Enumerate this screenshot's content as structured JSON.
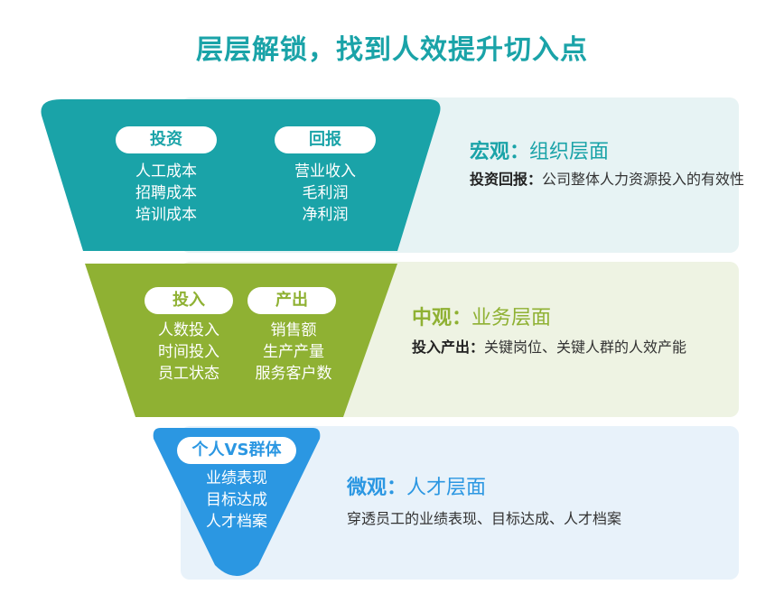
{
  "title": "层层解锁，找到人效提升切入点",
  "colors": {
    "teal": "#1aa3a8",
    "green": "#8fb133",
    "blue": "#2b97e2",
    "band_teal": "#e7f3f4",
    "band_green": "#eef3e3",
    "band_blue": "#e8f2fa"
  },
  "levels": [
    {
      "pills": [
        {
          "label": "投资",
          "items": [
            "人工成本",
            "招聘成本",
            "培训成本"
          ]
        },
        {
          "label": "回报",
          "items": [
            "营业收入",
            "毛利润",
            "净利润"
          ]
        }
      ],
      "heading_prefix": "宏观：",
      "heading_text": "组织层面",
      "desc_bold": "投资回报：",
      "desc_text": "公司整体人力资源投入的有效性"
    },
    {
      "pills": [
        {
          "label": "投入",
          "items": [
            "人数投入",
            "时间投入",
            "员工状态"
          ]
        },
        {
          "label": "产出",
          "items": [
            "销售额",
            "生产产量",
            "服务客户数"
          ]
        }
      ],
      "heading_prefix": "中观：",
      "heading_text": "业务层面",
      "desc_bold": "投入产出：",
      "desc_text": "关键岗位、关键人群的人效产能"
    },
    {
      "pills": [
        {
          "label": "个人VS群体",
          "items": [
            "业绩表现",
            "目标达成",
            "人才档案"
          ]
        }
      ],
      "heading_prefix": "微观：",
      "heading_text": "人才层面",
      "desc_bold": "",
      "desc_text": "穿透员工的业绩表现、目标达成、人才档案"
    }
  ]
}
